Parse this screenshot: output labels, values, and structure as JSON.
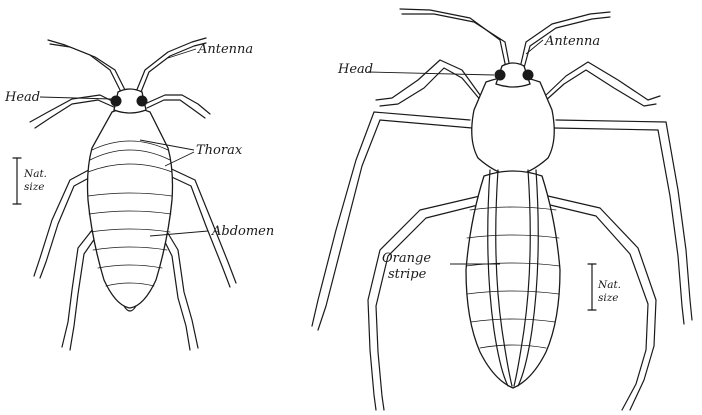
{
  "left_insect": {
    "labels": {
      "antenna": "Antenna",
      "head": "Head",
      "thorax": "Thorax",
      "abdomen": "Abdomen",
      "scale_line1": "Nat.",
      "scale_line2": "size"
    }
  },
  "right_insect": {
    "labels": {
      "antenna": "Antenna",
      "head": "Head",
      "stripe_line1": "Orange",
      "stripe_line2": "stripe",
      "scale_line1": "Nat.",
      "scale_line2": "size"
    }
  }
}
